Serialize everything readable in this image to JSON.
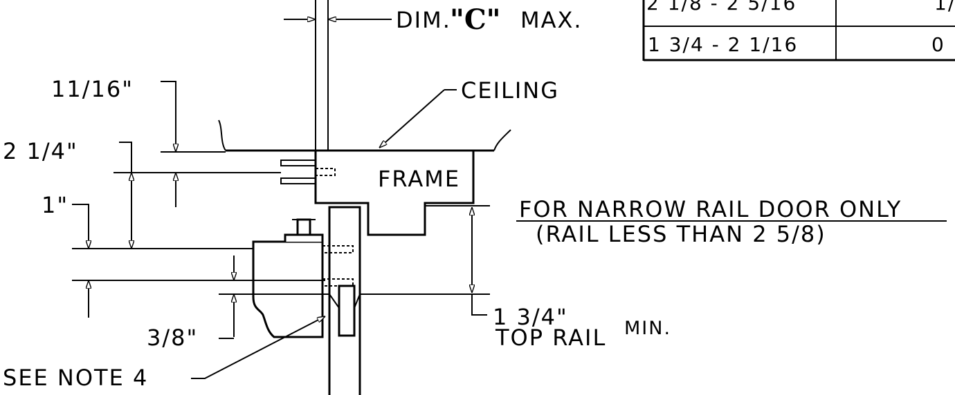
{
  "table": {
    "rows": [
      {
        "range": "2 1/8 - 2 5/16",
        "value": "1/"
      },
      {
        "range": "1 3/4 - 2 1/16",
        "value": "0"
      }
    ]
  },
  "labels": {
    "dim_prefix": "DIM.",
    "dim_letter": "\"C\"",
    "dim_suffix": "MAX.",
    "ceiling": "CEILING",
    "frame": "FRAME",
    "d_11_16": "11/16\"",
    "d_2_1_4": "2 1/4\"",
    "d_1": "1\"",
    "d_3_8": "3/8\"",
    "note_line1": "FOR NARROW RAIL DOOR ONLY",
    "note_line2": "(RAIL LESS THAN 2 5/8)",
    "min_dim": "1 3/4\"",
    "min_word": "MIN.",
    "top_rail": "TOP RAIL",
    "see_note": "SEE NOTE 4"
  }
}
